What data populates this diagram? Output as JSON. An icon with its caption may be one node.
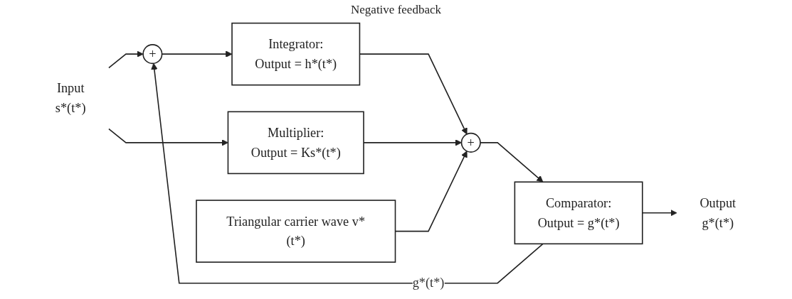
{
  "diagram": {
    "nodes": [
      {
        "text": [
          "Input",
          "s*(t*)"
        ]
      },
      {
        "text": [
          "+"
        ]
      },
      {
        "text": [
          "Integrator:",
          "Output = h*(t*)"
        ]
      },
      {
        "text": [
          "Multiplier:",
          "Output = Ks*(t*)"
        ]
      },
      {
        "text": [
          "+"
        ]
      },
      {
        "text": [
          "Triangular carrier wave v*(t*)"
        ]
      },
      {
        "text": [
          "Comparator:",
          "Output = g*(t*)"
        ]
      },
      {
        "text": [
          "Output",
          "g*(t*)"
        ]
      }
    ],
    "edges": [
      {
        "from": 0,
        "to": 1,
        "arrow": "to"
      },
      {
        "from": 0,
        "to": 3,
        "arrow": "to"
      },
      {
        "from": 1,
        "to": 2,
        "arrow": "to"
      },
      {
        "from": 2,
        "to": 4,
        "arrow": "to"
      },
      {
        "from": 3,
        "to": 4,
        "arrow": "to"
      },
      {
        "from": 5,
        "to": 4,
        "arrow": "to"
      },
      {
        "from": 4,
        "to": 6,
        "arrow": "to"
      },
      {
        "from": 6,
        "to": 7,
        "arrow": "to"
      },
      {
        "from": 6,
        "to": 1,
        "arrow": "to",
        "label": "g*(t*)"
      }
    ],
    "labels": [
      "Negative feedback"
    ]
  }
}
